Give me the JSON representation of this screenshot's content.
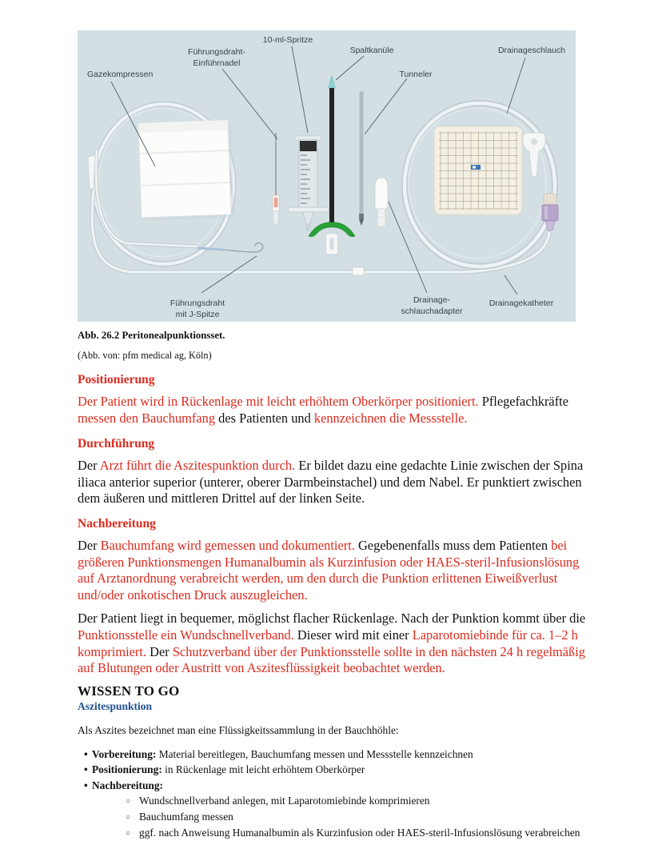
{
  "colors": {
    "red": "#dc2a1e",
    "blue": "#1e4f8f",
    "text": "#111111",
    "figure_bg": "#d3dfe3"
  },
  "figure": {
    "labels": {
      "gazekompressen": "Gazekompressen",
      "nadel_l1": "Führungsdraht-",
      "nadel_l2": "Einführnadel",
      "spritze": "10-ml-Spritze",
      "spaltkanuele": "Spaltkanüle",
      "tunneler": "Tunneler",
      "drainageschlauch": "Drainageschlauch",
      "jdraht_l1": "Führungsdraht",
      "jdraht_l2": "mit J-Spitze",
      "adapter_l1": "Drainage-",
      "adapter_l2": "schlauchadapter",
      "drainagekatheter": "Drainagekatheter"
    }
  },
  "caption": {
    "title": "Abb. 26.2 Peritonealpunktionsset.",
    "credit": "(Abb. von: pfm medical ag, Köln)"
  },
  "sections": [
    {
      "heading": "Positionierung",
      "paragraphs": [
        {
          "runs": [
            {
              "t": "Der Patient wird in Rückenlage mit leicht erhöhtem Oberkörper positioniert.",
              "c": "red"
            },
            {
              "t": " Pflegefachkräfte ",
              "c": "black"
            },
            {
              "t": "messen den Bauchumfang",
              "c": "red"
            },
            {
              "t": " des Patienten und ",
              "c": "black"
            },
            {
              "t": "kennzeichnen die Messstelle.",
              "c": "red"
            }
          ]
        }
      ]
    },
    {
      "heading": "Durchführung",
      "paragraphs": [
        {
          "runs": [
            {
              "t": "Der ",
              "c": "black"
            },
            {
              "t": "Arzt führt die Aszitespunktion durch.",
              "c": "red"
            },
            {
              "t": " Er bildet dazu eine gedachte Linie zwischen der Spina iliaca anterior superior (unterer, oberer Darmbeinstachel) und dem Nabel. Er punktiert zwischen dem äußeren und mittleren Drittel auf der linken Seite.",
              "c": "black"
            }
          ]
        }
      ]
    },
    {
      "heading": "Nachbereitung",
      "paragraphs": [
        {
          "runs": [
            {
              "t": "Der ",
              "c": "black"
            },
            {
              "t": "Bauchumfang wird gemessen und dokumentiert.",
              "c": "red"
            },
            {
              "t": " Gegebenenfalls muss dem Patienten ",
              "c": "black"
            },
            {
              "t": "bei größeren Punktionsmengen Humanalbumin als Kurzinfusion oder HAES-steril-Infusionslösung auf Arztanordnung verabreicht werden, um den durch die Punktion erlittenen Eiweißverlust und/oder onkotischen Druck auszugleichen.",
              "c": "red"
            }
          ]
        },
        {
          "runs": [
            {
              "t": "Der Patient liegt in bequemer, möglichst flacher Rückenlage. Nach der Punktion kommt über die ",
              "c": "black"
            },
            {
              "t": "Punktionsstelle ein Wundschnellverband.",
              "c": "red"
            },
            {
              "t": " Dieser wird mit einer ",
              "c": "black"
            },
            {
              "t": "Laparotomiebinde für ca. 1–2 h komprimiert.",
              "c": "red"
            },
            {
              "t": " Der ",
              "c": "black"
            },
            {
              "t": "Schutzverband über der Punktionsstelle sollte in den nächsten 24 h regelmäßig auf Blutungen oder Austritt von Aszitesflüssigkeit beobachtet werden.",
              "c": "red"
            }
          ]
        }
      ]
    }
  ],
  "wissen_to_go": {
    "title": "WISSEN TO GO",
    "subtitle": "Aszitespunktion",
    "intro": "Als Aszites bezeichnet man eine Flüssigkeitssammlung in der Bauchhöhle:",
    "bullets": [
      {
        "bold": "Vorbereitung:",
        "text": " Material bereitlegen, Bauchumfang messen und Messstelle kennzeichnen",
        "subitems": []
      },
      {
        "bold": "Positionierung:",
        "text": " in Rückenlage mit leicht erhöhtem Oberkörper",
        "subitems": []
      },
      {
        "bold": "Nachbereitung:",
        "text": "",
        "subitems": [
          "Wundschnellverband anlegen, mit Laparotomiebinde komprimieren",
          "Bauchumfang messen",
          "ggf. nach Anweisung Humanalbumin als Kurzinfusion oder HAES-steril-Infusionslösung verabreichen"
        ]
      }
    ]
  }
}
